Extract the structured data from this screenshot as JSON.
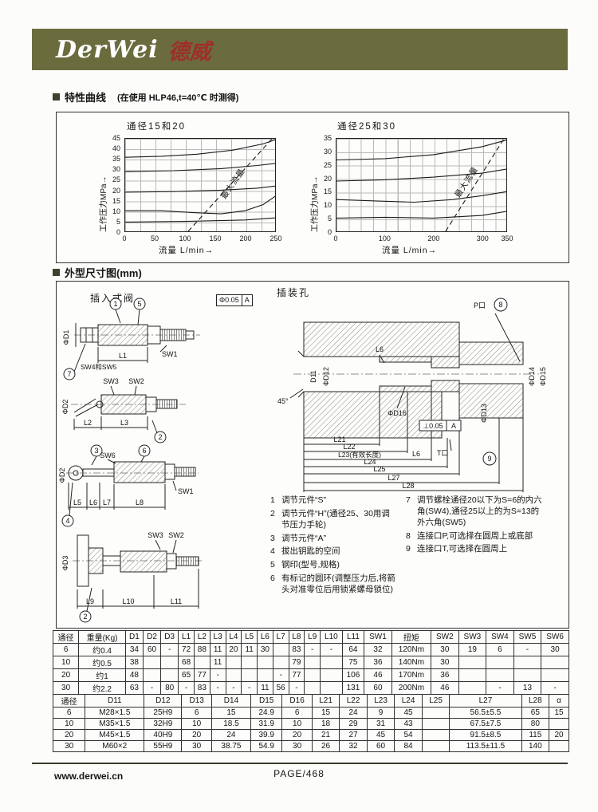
{
  "brand": {
    "latin": "DerWei",
    "chinese": "德威",
    "banner_color": "#6b6c3e"
  },
  "sections": {
    "curves_title": "特性曲线",
    "curves_note": "(在使用 HLP46,t=40℃ 时测得)",
    "dims_title": "外型尺寸图(mm)"
  },
  "chart_data": [
    {
      "type": "line",
      "title": "通径15和20",
      "xlabel": "流量 L/min→",
      "ylabel": "工作压力MPa→",
      "xlim": [
        0,
        250
      ],
      "ylim": [
        0,
        45
      ],
      "xticks": [
        0,
        50,
        100,
        150,
        200,
        250
      ],
      "yticks": [
        0,
        5,
        10,
        15,
        20,
        25,
        30,
        35,
        40,
        45
      ],
      "annotation": "最大流量",
      "grid": true,
      "legend": "none",
      "series": [
        {
          "name": "p40",
          "x": [
            0,
            60,
            120,
            180,
            230,
            250
          ],
          "y": [
            36,
            36.5,
            37.5,
            39.5,
            42.5,
            44.5
          ]
        },
        {
          "name": "p30",
          "x": [
            0,
            80,
            160,
            220,
            250
          ],
          "y": [
            29,
            29.5,
            30.5,
            32,
            33
          ]
        },
        {
          "name": "p20",
          "x": [
            0,
            80,
            160,
            220,
            250
          ],
          "y": [
            19,
            19.3,
            20,
            21,
            22
          ]
        },
        {
          "name": "p10",
          "x": [
            0,
            60,
            120,
            160,
            200,
            230,
            250
          ],
          "y": [
            10,
            10,
            9,
            8.5,
            10,
            13,
            17
          ]
        },
        {
          "name": "p5",
          "x": [
            0,
            100,
            200,
            250
          ],
          "y": [
            4.5,
            4.8,
            5.5,
            6.5
          ]
        },
        {
          "name": "max-flow",
          "dash": true,
          "x": [
            105,
            245
          ],
          "y": [
            0,
            45
          ]
        }
      ]
    },
    {
      "type": "line",
      "title": "通径25和30",
      "xlabel": "流量 L/min→",
      "ylabel": "工作压力MPa→",
      "xlim": [
        0,
        350
      ],
      "ylim": [
        0,
        35
      ],
      "xticks": [
        0,
        100,
        200,
        300,
        350
      ],
      "yticks": [
        0,
        5,
        10,
        15,
        20,
        25,
        30,
        35
      ],
      "annotation": "最大流量",
      "grid": true,
      "legend": "none",
      "series": [
        {
          "name": "p30",
          "x": [
            0,
            100,
            200,
            300,
            350
          ],
          "y": [
            27,
            27.5,
            29,
            32,
            34.5
          ]
        },
        {
          "name": "p20",
          "x": [
            0,
            100,
            200,
            300,
            350
          ],
          "y": [
            19,
            19.5,
            20.5,
            22,
            23.5
          ]
        },
        {
          "name": "p12",
          "x": [
            0,
            80,
            160,
            240,
            300,
            350
          ],
          "y": [
            12,
            11.5,
            11,
            12,
            13.5,
            15
          ]
        },
        {
          "name": "p5",
          "x": [
            0,
            100,
            200,
            300,
            350
          ],
          "y": [
            5,
            5.3,
            5,
            6,
            7.5
          ]
        },
        {
          "name": "max-flow",
          "dash": true,
          "x": [
            225,
            345
          ],
          "y": [
            0,
            35
          ]
        }
      ]
    }
  ],
  "drawing": {
    "left_title": "插入式阀",
    "right_title": "插装孔",
    "tol_flat": "Φ0.05",
    "tol_perp": "⊥0.05",
    "tol_ref": "A",
    "port_p": "P口",
    "port_t": "T口",
    "callouts": {
      "c1": "1",
      "c2": "2",
      "c3": "3",
      "c4": "4",
      "c5": "5",
      "c6": "6",
      "c7": "7",
      "c8": "8",
      "c9": "9"
    },
    "labels": {
      "d1": "ΦD1",
      "sw45": "SW4和SW5",
      "l1": "L1",
      "sw1": "SW1",
      "sw3": "SW3",
      "sw2": "SW2",
      "d2": "ΦD2",
      "l2": "L2",
      "l3": "L3",
      "sw6": "SW6",
      "l5": "L5",
      "l6": "L6",
      "l7": "L7",
      "l8": "L8",
      "d3": "ΦD3",
      "l9": "L9",
      "l10": "L10",
      "l11": "L11",
      "d11": "D11",
      "d12": "ΦD12",
      "d13": "ΦD13",
      "d14": "ΦD14",
      "d15": "ΦD15",
      "d16": "ΦD16",
      "l21": "L21",
      "l22": "L22",
      "l23": "L23(有效长度)",
      "l24": "L24",
      "l25": "L25",
      "l27": "L27",
      "l28": "L28",
      "angle45": "45°"
    }
  },
  "notes": {
    "left": [
      {
        "num": "1",
        "text": "调节元件“S”"
      },
      {
        "num": "2",
        "text": "调节元件“H”(通径25、30用调节压力手轮)"
      },
      {
        "num": "3",
        "text": "调节元件“A”"
      },
      {
        "num": "4",
        "text": "拔出钥匙的空间"
      },
      {
        "num": "5",
        "text": "钢印(型号,规格)"
      },
      {
        "num": "6",
        "text": "有标记的圆环(调整压力后,将箭头对准零位后用锁紧螺母锁位)"
      }
    ],
    "right": [
      {
        "num": "7",
        "text": "调节螺栓通径20以下为S=6的内六角(SW4),通径25以上的为S=13的外六角(SW5)"
      },
      {
        "num": "8",
        "text": "连接口P,可选择在圆周上或底部"
      },
      {
        "num": "9",
        "text": "连接口T,可选择在圆周上"
      }
    ]
  },
  "tables": {
    "t1": {
      "headers": [
        "通径",
        "重量(Kg)",
        "D1",
        "D2",
        "D3",
        "L1",
        "L2",
        "L3",
        "L4",
        "L5",
        "L6",
        "L7",
        "L8",
        "L9",
        "L10",
        "L11",
        "SW1",
        "扭矩",
        "SW2",
        "SW3",
        "SW4",
        "SW5",
        "SW6"
      ],
      "rows": [
        [
          "6",
          "约0.4",
          "34",
          "60",
          "-",
          "72",
          "88",
          "11",
          "20",
          "11",
          "30",
          "",
          "83",
          "-",
          "-",
          "64",
          "32",
          "120Nm",
          "30",
          "19",
          "6",
          "-",
          "30"
        ],
        [
          "10",
          "约0.5",
          "38",
          "",
          "",
          "68",
          "",
          "11",
          "",
          "",
          "",
          "",
          "79",
          "",
          "",
          "75",
          "36",
          "140Nm",
          "30",
          "",
          "",
          "",
          ""
        ],
        [
          "20",
          "约1",
          "48",
          "",
          "",
          "65",
          "77",
          "-",
          "",
          "",
          "",
          "-",
          "77",
          "",
          "",
          "106",
          "46",
          "170Nm",
          "36",
          "",
          "",
          "",
          ""
        ],
        [
          "30",
          "约2.2",
          "63",
          "-",
          "80",
          "-",
          "83",
          "-",
          "-",
          "-",
          "11",
          "56",
          "-",
          "",
          "",
          "131",
          "60",
          "200Nm",
          "46",
          "",
          "-",
          "13",
          "-"
        ]
      ]
    },
    "t2": {
      "headers": [
        "通径",
        "D11",
        "D12",
        "D13",
        "D14",
        "D15",
        "D16",
        "L21",
        "L22",
        "L23",
        "L24",
        "L25",
        "L27",
        "L28",
        "α"
      ],
      "rows": [
        [
          "6",
          "M28×1.5",
          "25H9",
          "6",
          "15",
          "24.9",
          "6",
          "15",
          "24",
          "9",
          "45",
          "",
          "56.5±5.5",
          "65",
          "15"
        ],
        [
          "10",
          "M35×1.5",
          "32H9",
          "10",
          "18.5",
          "31.9",
          "10",
          "18",
          "29",
          "31",
          "43",
          "",
          "67.5±7.5",
          "80",
          ""
        ],
        [
          "20",
          "M45×1.5",
          "40H9",
          "20",
          "24",
          "39.9",
          "20",
          "21",
          "27",
          "45",
          "54",
          "",
          "91.5±8.5",
          "115",
          "20"
        ],
        [
          "30",
          "M60×2",
          "55H9",
          "30",
          "38.75",
          "54.9",
          "30",
          "26",
          "32",
          "60",
          "84",
          "",
          "113.5±11.5",
          "140",
          ""
        ]
      ]
    }
  },
  "footer": {
    "site": "www.derwei.cn",
    "page": "PAGE/468"
  }
}
